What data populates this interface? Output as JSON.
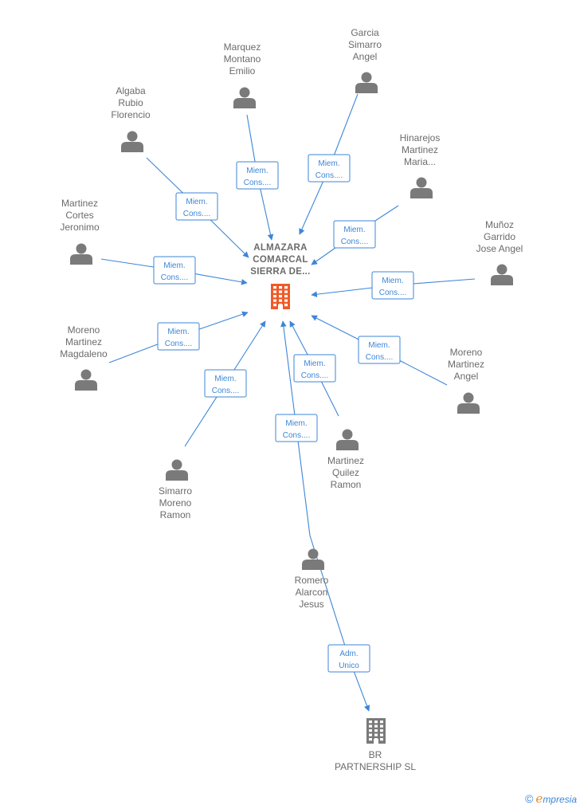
{
  "center": {
    "lines": [
      "ALMAZARA",
      "COMARCAL",
      "SIERRA DE..."
    ],
    "color": "#f05a28"
  },
  "people": [
    {
      "id": "p-marquez",
      "lines": [
        "Marquez",
        "Montano",
        "Emilio"
      ]
    },
    {
      "id": "p-garcia",
      "lines": [
        "Garcia",
        "Simarro",
        "Angel"
      ]
    },
    {
      "id": "p-algaba",
      "lines": [
        "Algaba",
        "Rubio",
        "Florencio"
      ]
    },
    {
      "id": "p-hinarejos",
      "lines": [
        "Hinarejos",
        "Martinez",
        "Maria..."
      ]
    },
    {
      "id": "p-martinez-cortes",
      "lines": [
        "Martinez",
        "Cortes",
        "Jeronimo"
      ]
    },
    {
      "id": "p-munoz",
      "lines": [
        "Muñoz",
        "Garrido",
        "Jose Angel"
      ]
    },
    {
      "id": "p-moreno-magdaleno",
      "lines": [
        "Moreno",
        "Martinez",
        "Magdaleno"
      ]
    },
    {
      "id": "p-moreno-angel",
      "lines": [
        "Moreno",
        "Martinez",
        "Angel"
      ]
    },
    {
      "id": "p-simarro",
      "lines": [
        "Simarro",
        "Moreno",
        "Ramon"
      ]
    },
    {
      "id": "p-martinez-quilez",
      "lines": [
        "Martinez",
        "Quilez",
        "Ramon"
      ]
    },
    {
      "id": "p-romero",
      "lines": [
        "Romero",
        "Alarcon",
        "Jesus"
      ]
    }
  ],
  "company2": {
    "lines": [
      "BR",
      "PARTNERSHIP SL"
    ],
    "color": "#7a7a7a"
  },
  "edges": [
    {
      "from": "p-marquez",
      "to": "center",
      "lines": [
        "Miem.",
        "Cons...."
      ]
    },
    {
      "from": "p-garcia",
      "to": "center",
      "lines": [
        "Miem.",
        "Cons...."
      ]
    },
    {
      "from": "p-algaba",
      "to": "center",
      "lines": [
        "Miem.",
        "Cons...."
      ]
    },
    {
      "from": "p-hinarejos",
      "to": "center",
      "lines": [
        "Miem.",
        "Cons...."
      ]
    },
    {
      "from": "p-martinez-cortes",
      "to": "center",
      "lines": [
        "Miem.",
        "Cons...."
      ]
    },
    {
      "from": "p-munoz",
      "to": "center",
      "lines": [
        "Miem.",
        "Cons...."
      ]
    },
    {
      "from": "p-moreno-magdaleno",
      "to": "center",
      "lines": [
        "Miem.",
        "Cons...."
      ]
    },
    {
      "from": "p-moreno-angel",
      "to": "center",
      "lines": [
        "Miem.",
        "Cons...."
      ]
    },
    {
      "from": "p-simarro",
      "to": "center",
      "lines": [
        "Miem.",
        "Cons...."
      ]
    },
    {
      "from": "p-martinez-quilez",
      "to": "center",
      "lines": [
        "Miem.",
        "Cons...."
      ]
    },
    {
      "from": "p-romero",
      "to": "center",
      "lines": [
        "Miem.",
        "Cons...."
      ]
    },
    {
      "from": "p-romero",
      "to": "company2",
      "lines": [
        "Adm.",
        "Unico"
      ]
    }
  ],
  "colors": {
    "edge": "#3d86d8",
    "person": "#7a7a7a"
  },
  "brand": {
    "copyright": "©",
    "initial": "e",
    "rest": "mpresia"
  }
}
